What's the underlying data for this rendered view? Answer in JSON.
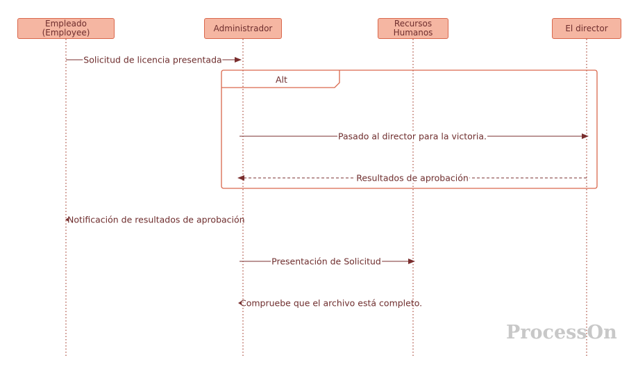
{
  "actors": [
    {
      "name": "Empleado\n(Employee)"
    },
    {
      "name": "Administrador"
    },
    {
      "name": "Recursos\nHumanos"
    },
    {
      "name": "El director"
    }
  ],
  "fragment": {
    "label": "Alt"
  },
  "messages": [
    {
      "text": "Solicitud de licencia presentada",
      "from": "Empleado",
      "to": "Administrador",
      "style": "solid"
    },
    {
      "text": "Pasado al director para la victoria.",
      "from": "Administrador",
      "to": "El director",
      "style": "solid"
    },
    {
      "text": "Resultados de aprobación",
      "from": "El director",
      "to": "Administrador",
      "style": "dashed"
    },
    {
      "text": "Notificación de resultados de aprobación",
      "from": "Administrador",
      "to": "Empleado",
      "style": "self"
    },
    {
      "text": "Presentación de Solicitud",
      "from": "Administrador",
      "to": "Recursos Humanos",
      "style": "solid"
    },
    {
      "text": "Compruebe que el archivo está completo.",
      "from": "Recursos Humanos",
      "to": "Administrador",
      "style": "self"
    }
  ],
  "watermark": "ProcessOn",
  "colors": {
    "fill": "#f5b6a2",
    "border": "#d9674c",
    "line": "#7a2e2e"
  }
}
